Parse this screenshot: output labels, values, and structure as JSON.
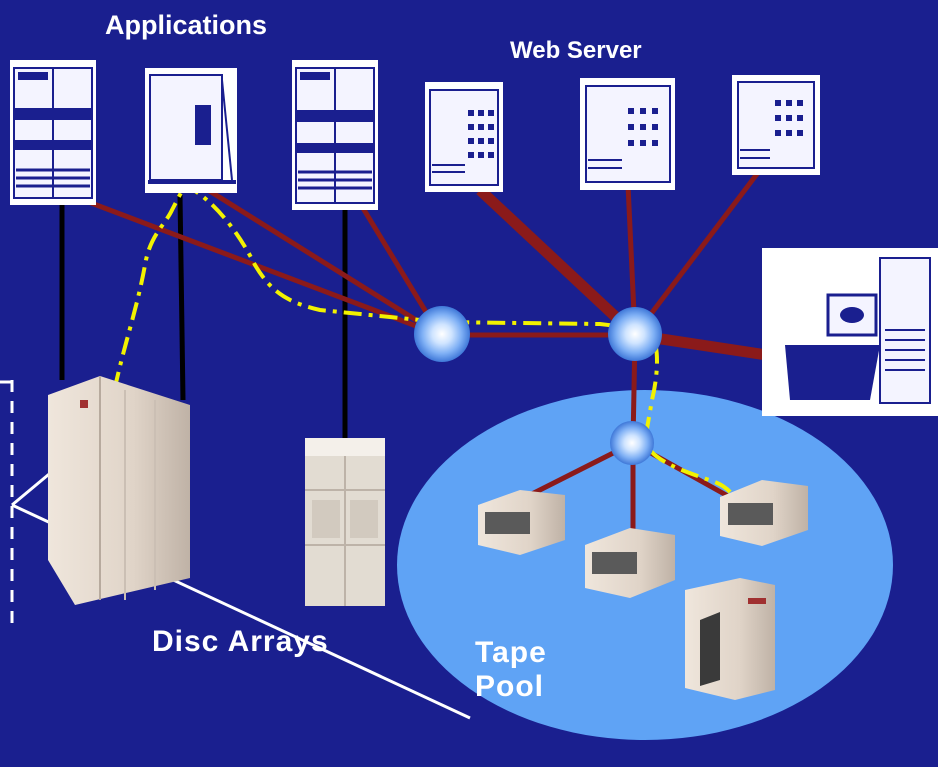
{
  "labels": {
    "applications": "Applications",
    "web_server": "Web Server",
    "disc_arrays": "Disc Arrays",
    "tape_line1": "Tape",
    "tape_line2": "Pool"
  },
  "colors": {
    "background": "#1a1f8f",
    "link_red": "#8b1a1a",
    "link_black": "#000000",
    "data_path_yellow": "#f2f200",
    "tape_pool_fill": "#5fa3f5",
    "hub_fill": "#bcd9ff"
  },
  "icons": {
    "app_servers": [
      "server-tower-icon",
      "server-cabinet-icon",
      "server-tower-icon"
    ],
    "web_servers": [
      "web-server-icon",
      "web-server-icon",
      "web-server-icon"
    ],
    "workstation": "workstation-icon",
    "hubs": [
      "switch-hub-icon",
      "switch-hub-icon",
      "switch-hub-icon"
    ],
    "disc_arrays": [
      "disk-array-icon",
      "disk-array-icon"
    ],
    "tape_drives": [
      "tape-drive-icon",
      "tape-drive-icon",
      "tape-drive-icon",
      "tape-library-icon"
    ]
  }
}
